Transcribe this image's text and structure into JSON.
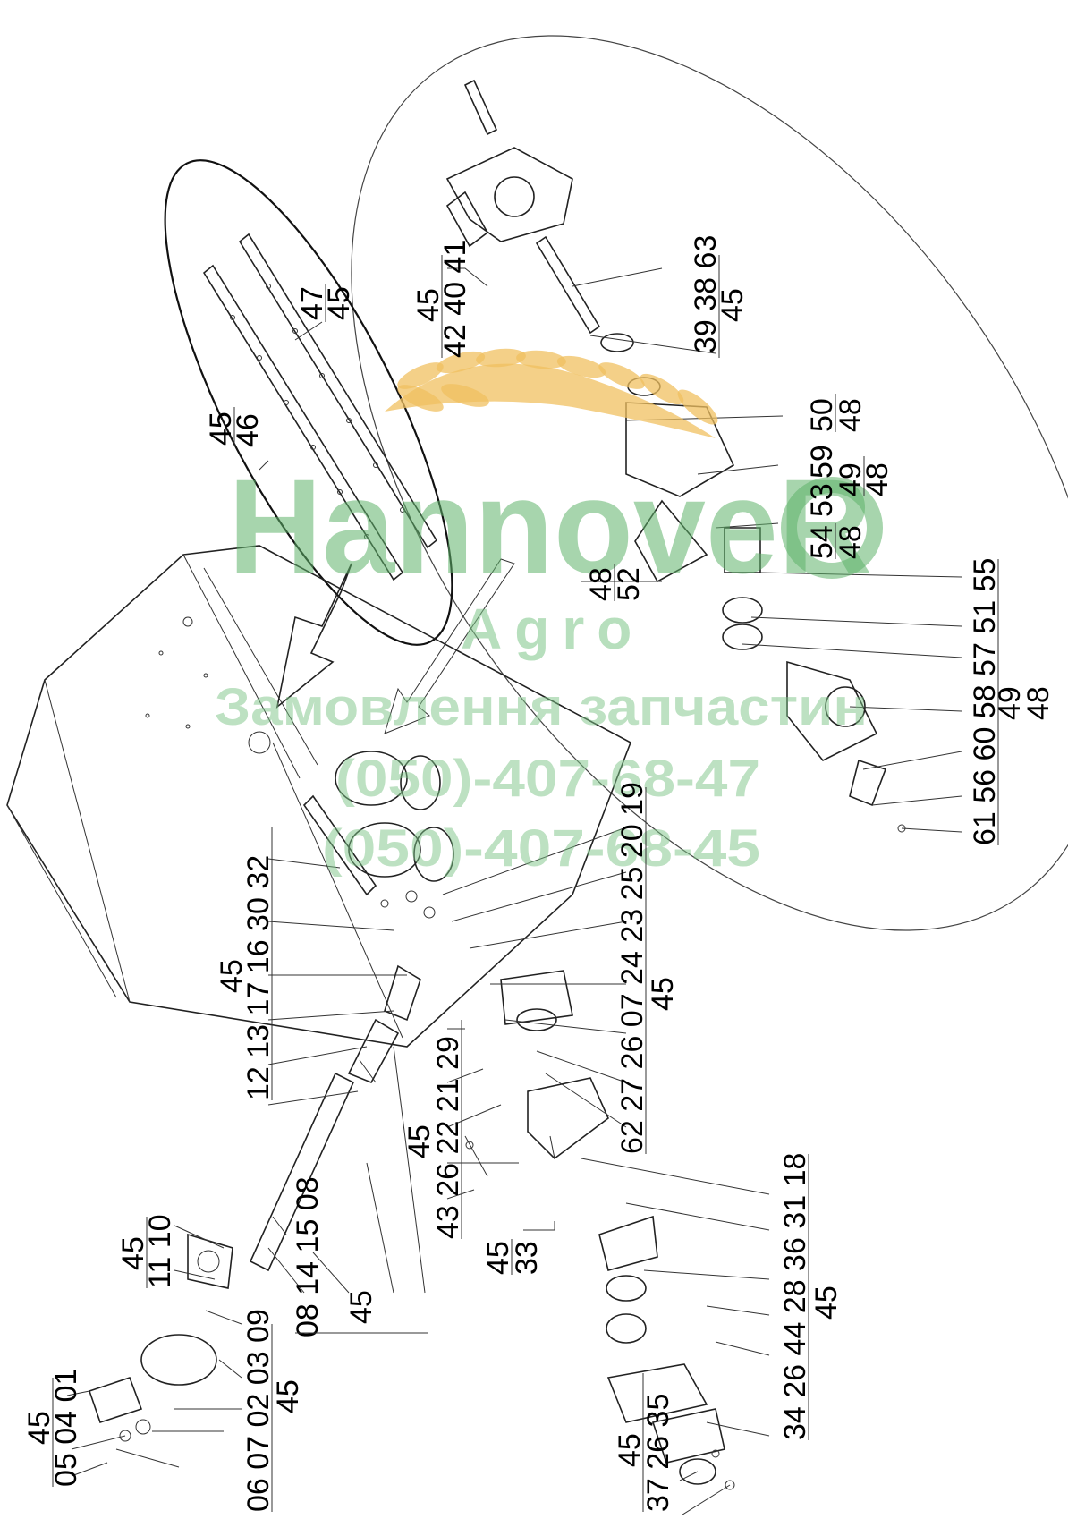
{
  "watermark": {
    "brand": "HannoveR",
    "sub": "Agro",
    "line": "Замовлення запчастин",
    "phone1": "(050)-407-68-47",
    "phone2": "(050)-407-68-45",
    "color": "#5fb36a",
    "emblem_color": "#f0c060"
  },
  "labels": {
    "l_45_46": [
      "45",
      "46"
    ],
    "l_47_45": [
      "47",
      "45"
    ],
    "l_45_42_40_41": [
      "45",
      "42 40 41"
    ],
    "l_39_38_63": [
      "39 38 63",
      "45"
    ],
    "l_50_48": [
      "50",
      "48"
    ],
    "l_59_49_48": [
      "59",
      "49",
      "48"
    ],
    "l_53_54_48": [
      "53",
      "54",
      "48"
    ],
    "l_48_52": [
      "48",
      "52"
    ],
    "l_61_55": [
      "61 56 60 58 57 51 55",
      "49",
      "48"
    ],
    "l_19_45": [
      "62 27 26 07 24 23 25 20 19",
      "45"
    ],
    "l_12_32": [
      "12 13 17 16 30 32",
      "45"
    ],
    "l_43_29": [
      "43 26 22 21 29",
      "45"
    ],
    "l_45_33": [
      "45",
      "33"
    ],
    "l_18": [
      "34 26 44 28 36 31 18",
      "45"
    ],
    "l_45_11_10": [
      "45",
      "11 10"
    ],
    "l_08_14_15_08": [
      "08 14 15 08",
      "45"
    ],
    "l_09_01": [
      "06 07 02 03 09",
      "45"
    ],
    "l_05_04_01": [
      "45",
      "05 04 01"
    ],
    "l_37_35": [
      "37 26 35",
      "45"
    ]
  }
}
